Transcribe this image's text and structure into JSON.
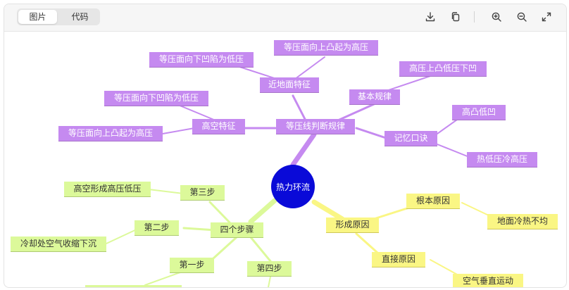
{
  "toolbar": {
    "tabs": [
      {
        "label": "图片",
        "active": true
      },
      {
        "label": "代码",
        "active": false
      }
    ],
    "icons": [
      "download-icon",
      "copy-icon",
      "zoom-in-icon",
      "zoom-out-icon",
      "fullscreen-icon"
    ]
  },
  "colors": {
    "root": "#0a0ad8",
    "purple": "#c58af0",
    "yellow": "#faf684",
    "green": "#dcf99a"
  },
  "mindmap": {
    "root": "热力环流",
    "purple": {
      "hub": "等压线判断规律",
      "near": "近地面特征",
      "near_a": "等压面向下凹陷为低压",
      "near_b": "等压面向上凸起为高压",
      "basic": "基本规律",
      "basic_a": "高压上凸低压下凹",
      "high": "高空特征",
      "high_a": "等压面向下凹陷为低压",
      "high_b": "等压面向上凸起为高压",
      "memo": "记忆口诀",
      "memo_a": "高凸低凹",
      "memo_b": "热低压冷高压"
    },
    "yellow": {
      "cause": "形成原因",
      "fundamental": "根本原因",
      "fundamental_a": "地面冷热不均",
      "direct": "直接原因",
      "direct_a": "空气垂直运动"
    },
    "green": {
      "steps": "四个步骤",
      "step3": "第三步",
      "step3_a": "高空形成高压低压",
      "step2": "第二步",
      "step2_a": "冷却处空气收缩下沉",
      "step1": "第一步",
      "step4": "第四步"
    }
  }
}
